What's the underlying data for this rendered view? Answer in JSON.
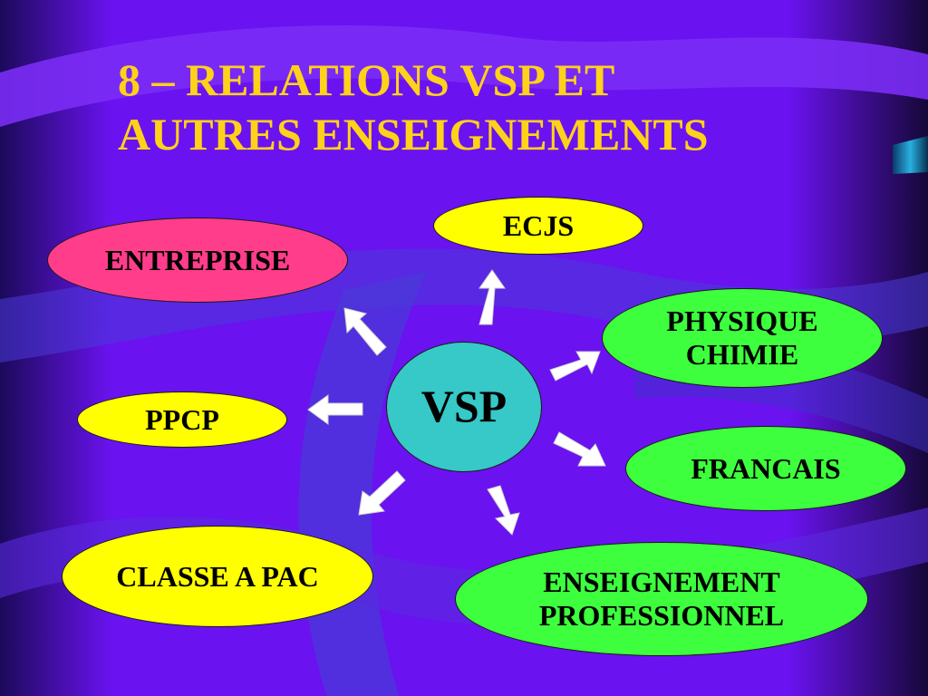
{
  "title": {
    "line1": "8 – RELATIONS VSP ET",
    "line2": "AUTRES ENSEIGNEMENTS"
  },
  "center": {
    "label": "VSP",
    "color": "#37c8c8"
  },
  "nodes": {
    "ecjs": {
      "label": "ECJS",
      "color": "#ffff00"
    },
    "entreprise": {
      "label": "ENTREPRISE",
      "color": "#ff3d8b"
    },
    "physique_chimie": {
      "line1": "PHYSIQUE",
      "line2": "CHIMIE",
      "color": "#3dff3d"
    },
    "ppcp": {
      "label": "PPCP",
      "color": "#ffff00"
    },
    "francais": {
      "label": "FRANCAIS",
      "color": "#3dff3d"
    },
    "classe_a_pac": {
      "label": "CLASSE A PAC",
      "color": "#ffff00"
    },
    "enseignement_pro": {
      "line1": "ENSEIGNEMENT",
      "line2": "PROFESSIONNEL",
      "color": "#3dff3d"
    }
  },
  "colors": {
    "background": "#6a12f0",
    "swoosh": "#4a3ad8",
    "title": "#ffd21a",
    "arrow": "#ffffff"
  }
}
